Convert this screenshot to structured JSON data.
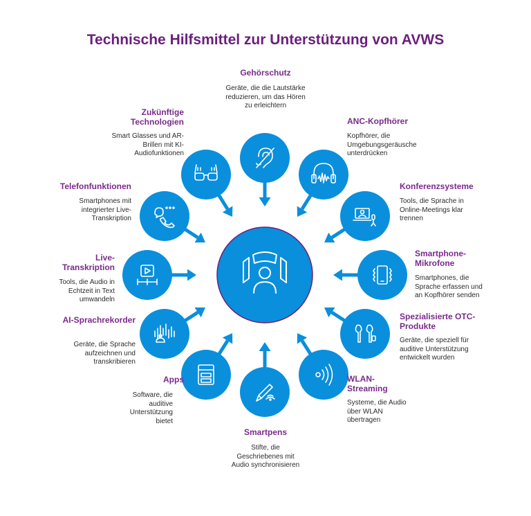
{
  "title": "Technische Hilfsmittel zur Unterstützung von AVWS",
  "colors": {
    "title": "#6b1f7c",
    "label": "#7a2a8b",
    "node": "#0a8fdc",
    "hub": "#0a8fdc",
    "hub_ring": "#6b1f7c",
    "arrow": "#0a8fdc"
  },
  "hub": {
    "icon": "person-with-audio-panels-icon"
  },
  "items": [
    {
      "id": "gehoerschutz",
      "label": "Gehörschutz",
      "desc": "Geräte, die die Lautstärke reduzieren, um das Hören zu erleichtern",
      "icon": "ear-crossed-icon"
    },
    {
      "id": "anc",
      "label": "ANC-Kopfhörer",
      "desc": "Kopfhörer, die Umgebungsgeräusche unterdrücken",
      "icon": "headphones-waveform-icon"
    },
    {
      "id": "konferenz",
      "label": "Konferenzsysteme",
      "desc": "Tools, die Sprache in Online-Meetings klar trennen",
      "icon": "laptop-microphone-icon"
    },
    {
      "id": "smartphone-mic",
      "label": "Smartphone-Mikrofone",
      "desc": "Smartphones, die Sprache erfassen und an Kopfhörer senden",
      "icon": "smartphone-vibrate-icon"
    },
    {
      "id": "otc",
      "label": "Spezialisierte OTC-Produkte",
      "desc": "Geräte, die speziell für auditive Unterstützung entwickelt wurden",
      "icon": "earbuds-icon"
    },
    {
      "id": "wlan",
      "label": "WLAN-Streaming",
      "desc": "Systeme, die Audio über WLAN übertragen",
      "icon": "wireless-signal-icon"
    },
    {
      "id": "smartpens",
      "label": "Smartpens",
      "desc": "Stifte, die Geschriebenes mit Audio synchronisieren",
      "icon": "pen-signal-icon"
    },
    {
      "id": "apps",
      "label": "Apps",
      "desc": "Software, die auditive Unterstützung bietet",
      "icon": "app-window-icon"
    },
    {
      "id": "ai-rekorder",
      "label": "AI-Sprachrekorder",
      "desc": "Geräte, die Sprache aufzeichnen und transkribieren",
      "icon": "recorder-waveform-icon"
    },
    {
      "id": "live",
      "label": "Live-Transkription",
      "desc": "Tools, die Audio in Echtzeit in Text umwandeln",
      "icon": "video-timeline-icon"
    },
    {
      "id": "telefon",
      "label": "Telefonfunktionen",
      "desc": "Smartphones mit integrierter Live-Transkription",
      "icon": "phone-chat-icon"
    },
    {
      "id": "zukunft",
      "label": "Zukünftige Technologien",
      "desc": "Smart Glasses und AR-Brillen mit KI-Audiofunktionen",
      "icon": "smart-glasses-icon"
    }
  ]
}
